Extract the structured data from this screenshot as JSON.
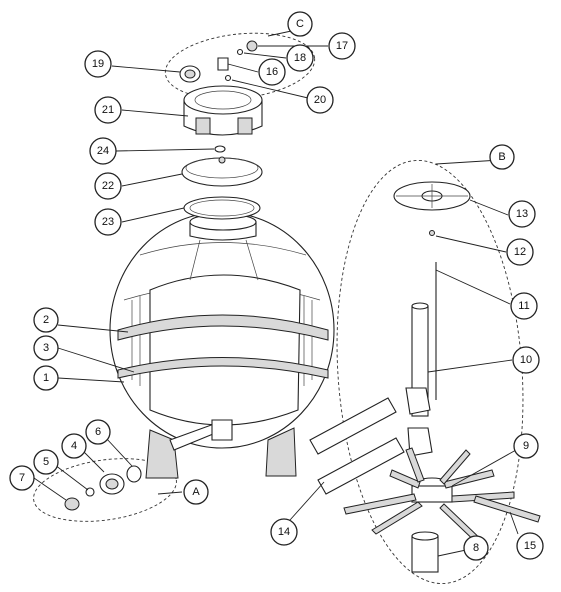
{
  "callouts": [
    {
      "id": "c1",
      "label": "1"
    },
    {
      "id": "c2",
      "label": "2"
    },
    {
      "id": "c3",
      "label": "3"
    },
    {
      "id": "c4",
      "label": "4"
    },
    {
      "id": "c5",
      "label": "5"
    },
    {
      "id": "c6",
      "label": "6"
    },
    {
      "id": "c7",
      "label": "7"
    },
    {
      "id": "c8",
      "label": "8"
    },
    {
      "id": "c9",
      "label": "9"
    },
    {
      "id": "c10",
      "label": "10"
    },
    {
      "id": "c11",
      "label": "11"
    },
    {
      "id": "c12",
      "label": "12"
    },
    {
      "id": "c13",
      "label": "13"
    },
    {
      "id": "c14",
      "label": "14"
    },
    {
      "id": "c15",
      "label": "15"
    },
    {
      "id": "c16",
      "label": "16"
    },
    {
      "id": "c17",
      "label": "17"
    },
    {
      "id": "c18",
      "label": "18"
    },
    {
      "id": "c19",
      "label": "19"
    },
    {
      "id": "c20",
      "label": "20"
    },
    {
      "id": "c21",
      "label": "21"
    },
    {
      "id": "c22",
      "label": "22"
    },
    {
      "id": "c23",
      "label": "23"
    },
    {
      "id": "c24",
      "label": "24"
    }
  ],
  "groups": [
    {
      "id": "gA",
      "label": "A"
    },
    {
      "id": "gB",
      "label": "B"
    },
    {
      "id": "gC",
      "label": "C"
    }
  ]
}
